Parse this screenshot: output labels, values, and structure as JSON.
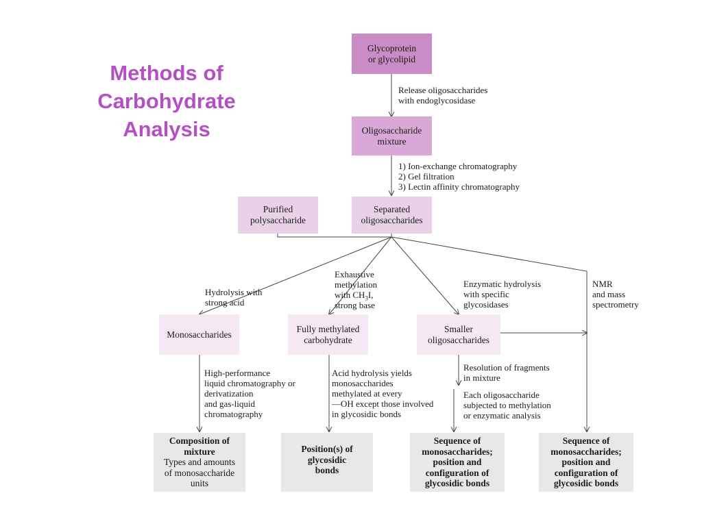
{
  "title": {
    "lines": [
      "Methods of",
      "Carbohydrate",
      "Analysis"
    ]
  },
  "boxes": {
    "glycoprotein": [
      "Glycoprotein",
      "or glycolipid"
    ],
    "oligo_mixture": [
      "Oligosaccharide",
      "mixture"
    ],
    "purified": [
      "Purified",
      "polysaccharide"
    ],
    "separated": [
      "Separated",
      "oligosaccharides"
    ],
    "mono": [
      "Monosaccharides"
    ],
    "methylated": [
      "Fully methylated",
      "carbohydrate"
    ],
    "smaller": [
      "Smaller",
      "oligosaccharides"
    ]
  },
  "results": {
    "composition": {
      "title": [
        "Composition of",
        "mixture"
      ],
      "detail": [
        "Types and amounts",
        "of  monosaccharide",
        "units"
      ]
    },
    "position": [
      "Position(s) of",
      "glycosidic",
      "bonds"
    ],
    "sequence1": [
      "Sequence of",
      "monosaccharides;",
      "position and",
      "configuration of",
      "glycosidic bonds"
    ],
    "sequence2": [
      "Sequence of",
      "monosaccharides;",
      "position and",
      "configuration of",
      "glycosidic bonds"
    ]
  },
  "labels": {
    "release": [
      "Release oligosaccharides",
      "with endoglycosidase"
    ],
    "separation": [
      "1) Ion-exchange chromatography",
      "2) Gel filtration",
      "3) Lectin affinity chromatography"
    ],
    "hydrolysis": [
      "Hydrolysis with",
      "strong acid"
    ],
    "exhaustive": {
      "l1": "Exhaustive",
      "l2": "methylation",
      "l3_pre": "with CH",
      "l3_sub": "3",
      "l3_post": "I,",
      "l4": "strong base"
    },
    "enzymatic": [
      "Enzymatic hydrolysis",
      "with specific",
      "glycosidases"
    ],
    "nmr": [
      "NMR",
      "and mass",
      "spectrometry"
    ],
    "hplc": [
      "High-performance",
      "liquid chromatography or",
      "derivatization",
      "and gas-liquid",
      "chromatography"
    ],
    "acid": [
      "Acid hydrolysis yields",
      "monosaccharides",
      "methylated at every",
      "—OH except those involved",
      "in glycosidic bonds"
    ],
    "resolution": [
      "Resolution of fragments",
      "in mixture"
    ],
    "each": [
      "Each oligosaccharide",
      "subjected to methylation",
      "or enzymatic analysis"
    ]
  },
  "colors": {
    "title": "#b550c4",
    "box_dark": "#c98cc6",
    "box_mid": "#d9a8d6",
    "box_light": "#e9d2e8",
    "box_pale": "#f4e8f3",
    "result_gray": "#e8e8e8",
    "line": "#444444"
  }
}
